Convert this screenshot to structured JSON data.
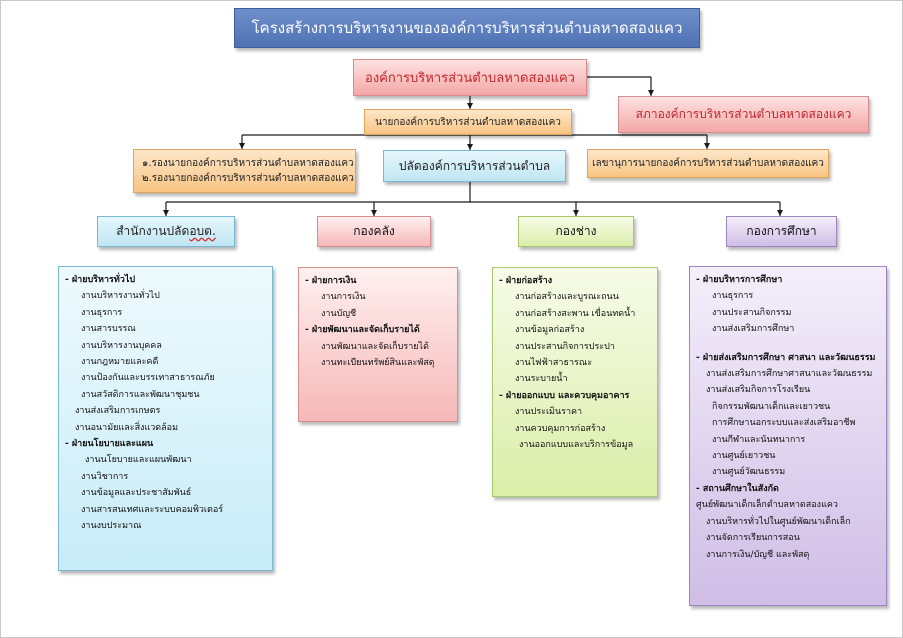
{
  "title": "โครงสร้างการบริหารงานขององค์การบริหารส่วนตำบลหาดสองแคว",
  "org": "องค์การบริหารส่วนตำบลหาดสองแคว",
  "council": "สภาองค์การบริหารส่วนตำบลหาดสองแคว",
  "mayor": "นายกองค์การบริหารส่วนตำบลหาดสองแคว",
  "deputies": [
    "๑.รองนายกองค์การบริหารส่วนตำบลหาดสองแคว",
    "๒.รองนายกองค์การบริหารส่วนตำบลหาดสองแคว"
  ],
  "clerk": "ปลัดองค์การบริหารส่วนตำบล",
  "secretary": "เลขานุการนายกองค์การบริหารส่วนตำบลหาดสองแคว",
  "departments": [
    {
      "name_main": "สำนักงานปลัด ",
      "name_abbr": "อบต."
    },
    {
      "name": "กองคลัง"
    },
    {
      "name": "กองช่าง"
    },
    {
      "name": "กองการศึกษา"
    }
  ],
  "panels": {
    "admin": {
      "sections": [
        {
          "heading": "- ฝ่ายบริหารทั่วไป",
          "items": [
            "งานบริหารงานทั่วไป",
            "งานธุรการ",
            "งานสารบรรณ",
            "งานบริหารงานบุคคล",
            "งานกฎหมายและคดี",
            "งานป้องกันและบรรเทาสาธารณภัย",
            "งานสวัสดิการและพัฒนาชุมชน",
            "งานส่งเสริมการเกษตร",
            "งานอนามัยและสิ่งแวดล้อม"
          ]
        },
        {
          "heading": "- ฝ่ายนโยบายและแผน",
          "items": [
            "งานนโยบายและแผนพัฒนา",
            "งานวิชาการ",
            "งานข้อมูลและประชาสัมพันธ์",
            "งานสารสนเทศและระบบคอมพิวเตอร์",
            "งานงบประมาณ"
          ]
        }
      ]
    },
    "finance": {
      "sections": [
        {
          "heading": "- ฝ่ายการเงิน",
          "items": [
            "งานการเงิน",
            "งานบัญชี"
          ]
        },
        {
          "heading": "- ฝ่ายพัฒนาและจัดเก็บรายได้",
          "items": [
            "งานพัฒนาและจัดเก็บรายได้",
            "งานทะเบียนทรัพย์สินและพัสดุ"
          ]
        }
      ]
    },
    "engineering": {
      "sections": [
        {
          "heading": "- ฝ่ายก่อสร้าง",
          "items": [
            "งานก่อสร้างและบูรณะถนน",
            "งานก่อสร้างสะพาน เขื่อนทดน้ำ",
            "งานข้อมูลก่อสร้าง",
            "งานประสานกิจการประปา",
            "งานไฟฟ้าสาธารณะ",
            "งานระบายน้ำ"
          ]
        },
        {
          "heading": "- ฝ่ายออกแบบ และควบคุมอาคาร",
          "items": [
            "งานประเมินราคา",
            "งานควบคุมการก่อสร้าง",
            "งานออกแบบและบริการข้อมูล"
          ]
        }
      ]
    },
    "education": {
      "sections": [
        {
          "heading": "- ฝ่ายบริหารการศึกษา",
          "items": [
            "งานธุรการ",
            "งานประสานกิจกรรม",
            "งานส่งเสริมการศึกษา"
          ]
        },
        {
          "heading": "- ฝ่ายส่งเสริมการศึกษา ศาสนา และวัฒนธรรม",
          "items": [
            "งานส่งเสริมการศึกษาศาสนาและวัฒนธรรม",
            "งานส่งเสริมกิจการโรงเรียน",
            "กิจกรรมพัฒนาเด็กและเยาวชน",
            "การศึกษานอกระบบและส่งเสริมอาชีพ",
            "งานกีฬาและนันทนาการ",
            "งานศูนย์เยาวชน",
            "งานศูนย์วัฒนธรรม"
          ]
        },
        {
          "heading": "- สถานศึกษาในสังกัด",
          "subheading": "ศูนย์พัฒนาเด็กเล็กตำบลหาดสองแคว",
          "items": [
            "งานบริหารทั่วไปในศูนย์พัฒนาเด็กเล็ก",
            "งานจัดการเรียนการสอน",
            "งานการเงิน/บัญชี และพัสดุ"
          ]
        }
      ]
    }
  },
  "colors": {
    "title_bg": "#4f72b4",
    "pink": "#f4a7a7",
    "orange": "#f8c483",
    "cyan": "#bfe6f3",
    "green": "#dbeea8",
    "purple": "#cfbde6",
    "pink_text": "#c0282c"
  }
}
